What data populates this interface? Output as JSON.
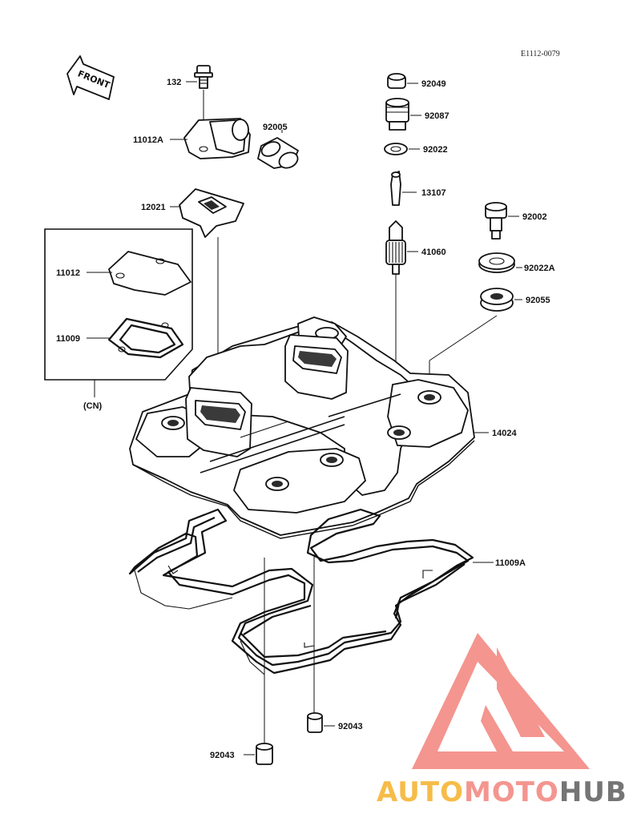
{
  "diagram": {
    "reference_code": "E1112-0079",
    "front_label": "FRONT",
    "variant_label": "(CN)",
    "callouts": {
      "p132": "132",
      "p11012A": "11012A",
      "p92005": "92005",
      "p12021": "12021",
      "p11012": "11012",
      "p11009": "11009",
      "p92049": "92049",
      "p92087": "92087",
      "p92022": "92022",
      "p13107": "13107",
      "p92002": "92002",
      "p41060": "41060",
      "p92022A": "92022A",
      "p92055": "92055",
      "p14024": "14024",
      "p11009A": "11009A",
      "p92043_right": "92043",
      "p92043_left": "92043"
    }
  },
  "watermark": {
    "part1": "AUTO",
    "part2": "MOTO",
    "part3": "HUB",
    "colors": {
      "auto": "#f6b940",
      "moto": "#f4908a",
      "hub": "#6e6e6e",
      "triangle": "#f4908a"
    }
  }
}
